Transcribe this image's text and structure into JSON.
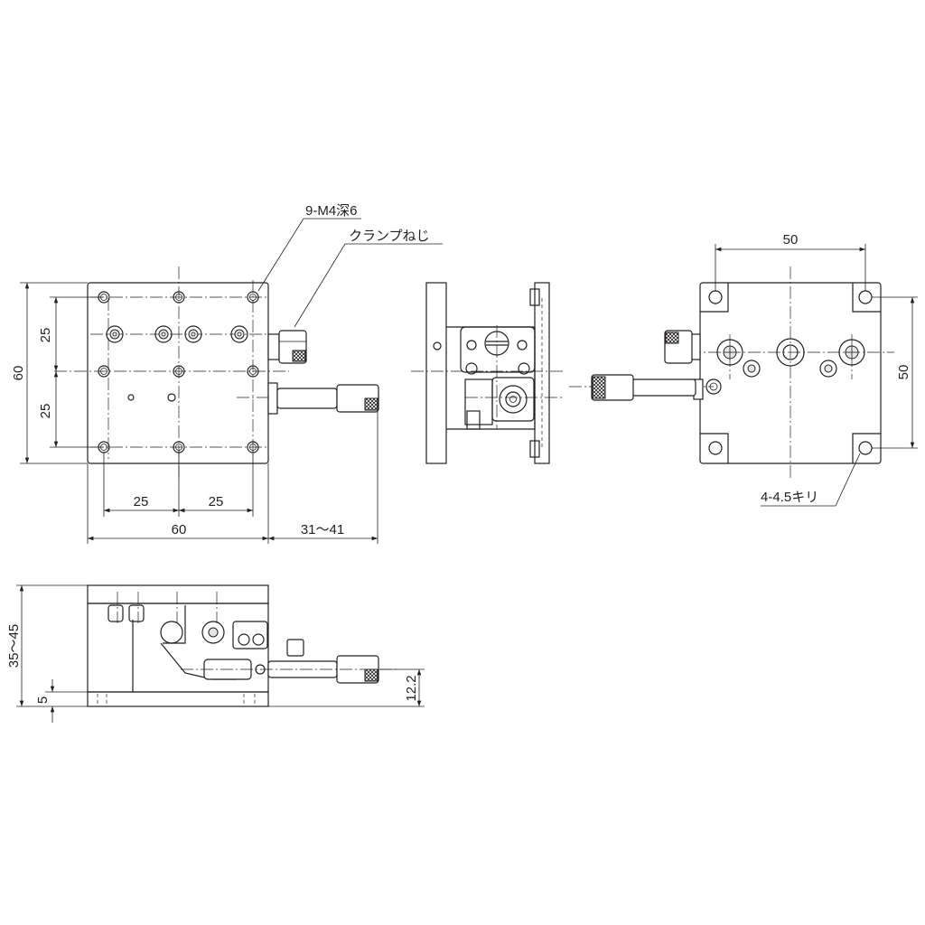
{
  "labels": {
    "tapped_holes": "9-M4深6",
    "clamp_screw": "クランプねじ",
    "through_holes": "4-4.5キリ"
  },
  "dimensions": {
    "top_width": "60",
    "top_height": "60",
    "top_pitch_x1": "25",
    "top_pitch_x2": "25",
    "top_pitch_y1": "25",
    "top_pitch_y2": "25",
    "knob_travel": "31〜41",
    "bottom_pitch_x": "50",
    "bottom_pitch_y": "50",
    "side_height": "35〜45",
    "side_base": "5",
    "side_knob_height": "12.2"
  }
}
